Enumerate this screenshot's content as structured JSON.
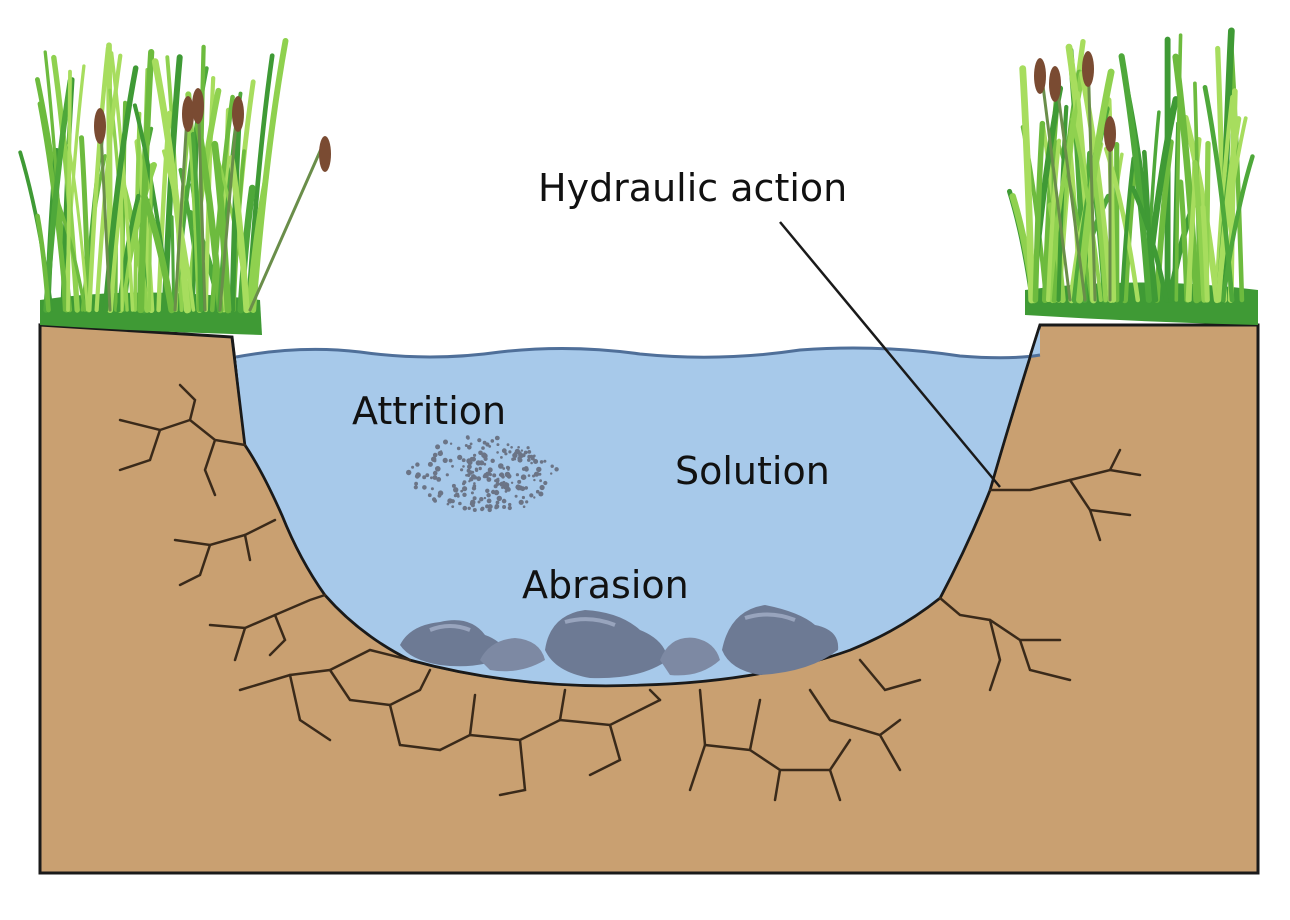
{
  "labels": {
    "hydraulic": "Hydraulic action",
    "attrition": "Attrition",
    "solution": "Solution",
    "abrasion": "Abrasion"
  },
  "colors": {
    "soil": "#c9a071",
    "soil_outline": "#1a1a1a",
    "water": "#a7c9ea",
    "water_surface": "#4f6f99",
    "grass_light": "#8fd14f",
    "grass_dark": "#3f9a35",
    "cattail": "#7a4b32",
    "rock": "#6d7a94",
    "rock_light": "#98a4bd",
    "crack": "#3a2a1a",
    "particle": "#6b7486"
  }
}
